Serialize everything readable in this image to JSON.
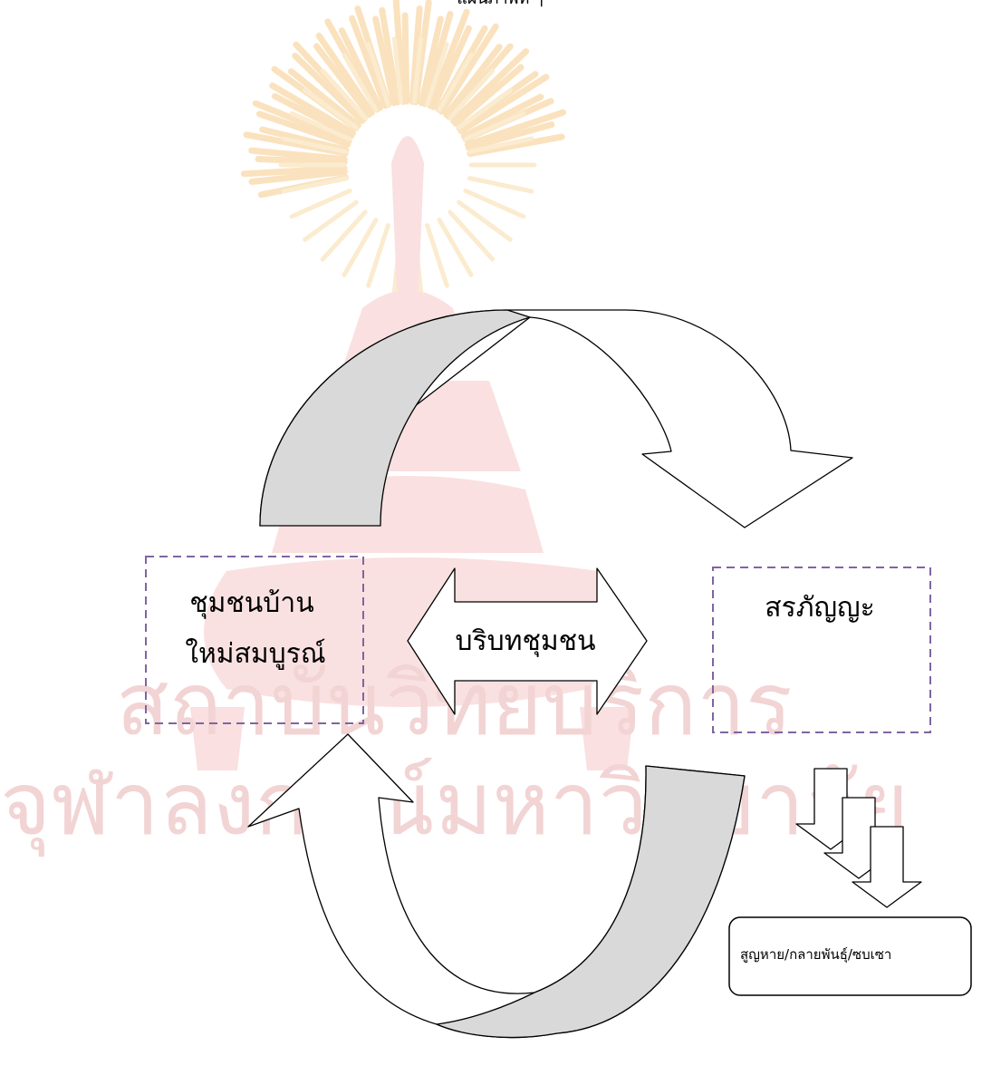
{
  "page_header_cut": "แผนภาพที่ ๆ",
  "watermark": {
    "line1": "สถาบันวิทยบริการ",
    "line2": "จุฬาลงกรณ์มหาวิทยาลัย"
  },
  "nodes": {
    "left_box": {
      "line1": "ชุมชนบ้าน",
      "line2": "ใหม่สมบูรณ์"
    },
    "center_arrow": {
      "label": "บริบทชุมชน"
    },
    "right_box": {
      "label": "สรภัญญะ"
    },
    "outcome_box": {
      "label": "สูญหาย/กลายพันธุ์/ซบเซา"
    }
  },
  "colors": {
    "dashed_border": "#8064a2",
    "arrow_shade": "#d9d9d9",
    "watermark": "#f6c8c8"
  }
}
